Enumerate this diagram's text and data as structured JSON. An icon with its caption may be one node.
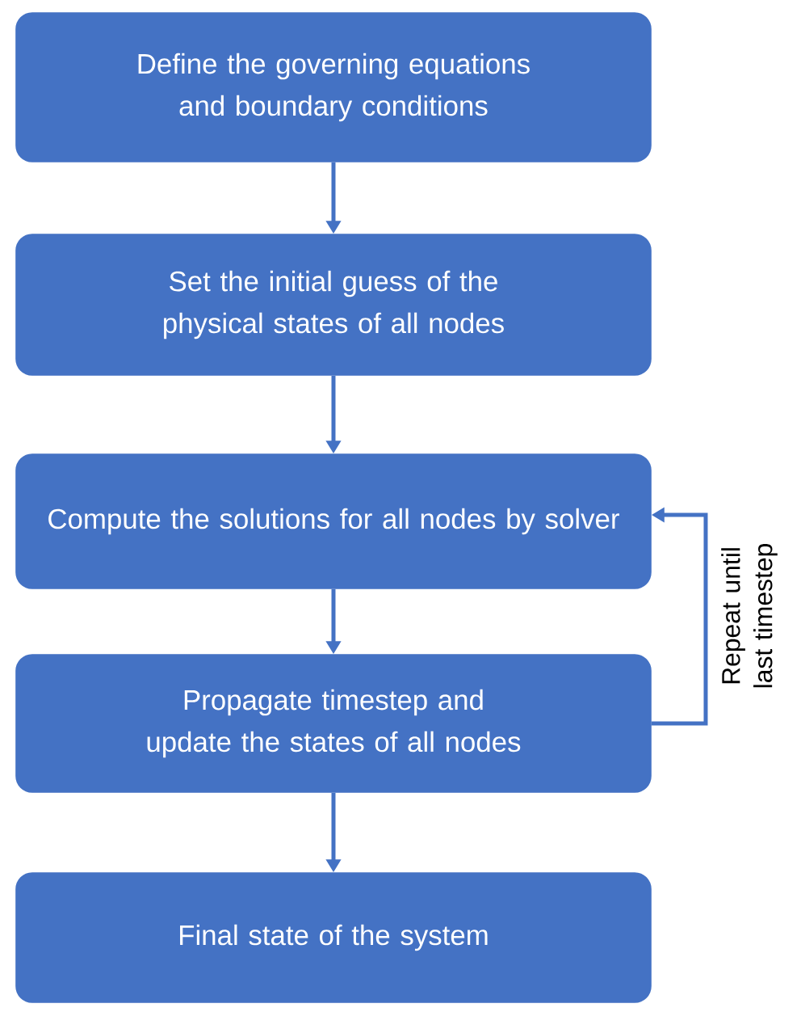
{
  "diagram": {
    "nodes": [
      {
        "text": [
          "Define the governing equations and boundary conditions"
        ]
      },
      {
        "text": [
          "Set the initial guess of the physical states of all nodes"
        ]
      },
      {
        "text": [
          "Compute the solutions for all nodes by solver"
        ]
      },
      {
        "text": [
          "Propagate timestep and update the states of all nodes"
        ]
      },
      {
        "text": [
          "Final state of the system"
        ]
      }
    ],
    "edges": [
      {
        "from": 0,
        "to": 1,
        "arrow": "to"
      },
      {
        "from": 1,
        "to": 2,
        "arrow": "to"
      },
      {
        "from": 2,
        "to": 3,
        "arrow": "to"
      },
      {
        "from": 3,
        "to": 4,
        "arrow": "to"
      },
      {
        "from": 3,
        "to": 2,
        "arrow": "to",
        "label": "Repeat until last timestep"
      }
    ]
  }
}
